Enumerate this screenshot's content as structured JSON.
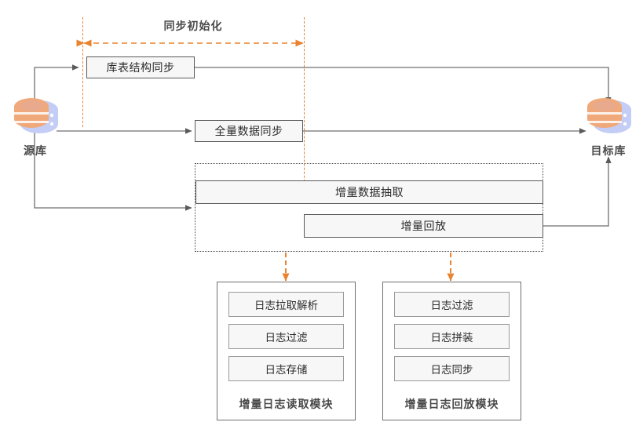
{
  "diagram": {
    "title_phase": "同步初始化",
    "colors": {
      "accent_orange": "#e8832f",
      "line_grey": "#6f6f6f",
      "box_fill": "#f7f7f7",
      "text_dark": "#2b2b2b",
      "db_orange": "#f0a97a",
      "db_blue": "#c3cdf5"
    },
    "databases": [
      {
        "name": "source-database",
        "label": "源库"
      },
      {
        "name": "target-database",
        "label": "目标库"
      }
    ],
    "steps": [
      {
        "name": "schema-sync",
        "label": "库表结构同步"
      },
      {
        "name": "full-data-sync",
        "label": "全量数据同步"
      },
      {
        "name": "incremental-extract",
        "label": "增量数据抽取"
      },
      {
        "name": "incremental-replay",
        "label": "增量回放"
      }
    ],
    "modules": [
      {
        "name": "incremental-log-read-module",
        "title": "增量日志读取模块",
        "items": [
          {
            "label": "日志拉取解析"
          },
          {
            "label": "日志过滤"
          },
          {
            "label": "日志存储"
          }
        ]
      },
      {
        "name": "incremental-log-replay-module",
        "title": "增量日志回放模块",
        "items": [
          {
            "label": "日志过滤"
          },
          {
            "label": "日志拼装"
          },
          {
            "label": "日志同步"
          }
        ]
      }
    ]
  }
}
